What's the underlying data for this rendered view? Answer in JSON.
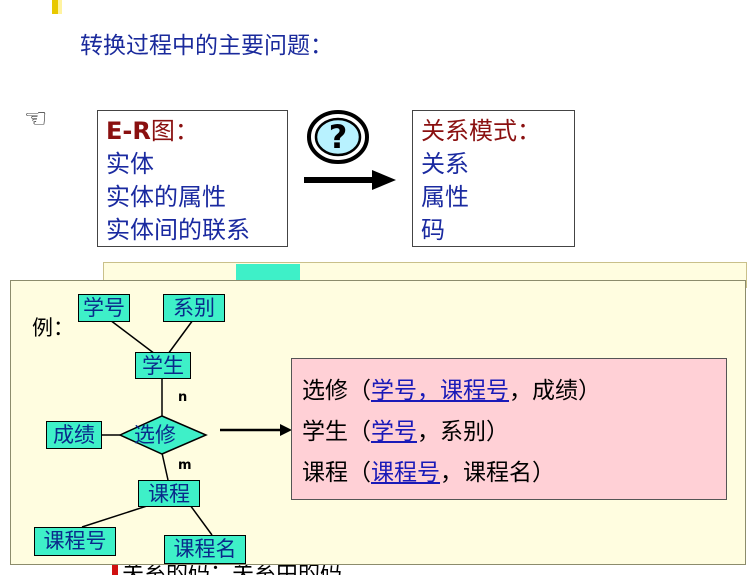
{
  "heading": "转换过程中的主要问题：",
  "er_box": {
    "title_bold": "E-R",
    "title_rest": "图：",
    "items": [
      "实体",
      "实体的属性",
      "实体间的联系"
    ]
  },
  "relation_box": {
    "title": "关系模式：",
    "items": [
      "关系",
      "属性",
      "码"
    ]
  },
  "example": {
    "label": "例：",
    "entities": {
      "student_id": "学号",
      "department": "系别",
      "student": "学生",
      "grade": "成绩",
      "enroll": "选修",
      "course": "课程",
      "course_id": "课程号",
      "course_name": "课程名"
    },
    "cardinality": {
      "n": "n",
      "m": "m"
    }
  },
  "result": {
    "r1": {
      "name": "选修",
      "open": "（",
      "key": "学号，课程号",
      "rest": "，成绩）"
    },
    "r2": {
      "name": "学生",
      "open": "（",
      "key": "学号",
      "rest": "，系别）"
    },
    "r3": {
      "name": "课程",
      "open": "（",
      "key": "课程号",
      "rest": "，课程名）"
    }
  },
  "obscured_text": "关系的码：关系中的码",
  "colors": {
    "entity_fill": "#3ef0c8",
    "panel_fill": "#fffde0",
    "result_fill": "#ffd0d6",
    "blue_text": "#1a2aa0",
    "dark_red_text": "#8a1010"
  },
  "icons": [
    "pointing-hand-icon",
    "question-mark-icon",
    "right-arrow-icon"
  ]
}
